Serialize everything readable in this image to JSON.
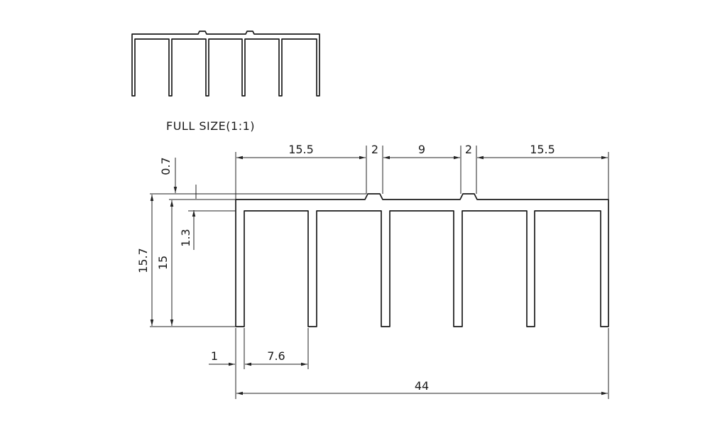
{
  "caption": "FULL SIZE(1:1)",
  "dimensions": {
    "top_left_width": "15.5",
    "notch_left": "2",
    "center_width": "9",
    "notch_right": "2",
    "top_right_width": "15.5",
    "notch_height": "0.7",
    "base_thickness": "1.3",
    "total_height": "15.7",
    "body_height": "15",
    "fin_thickness": "1",
    "fin_gap": "7.6",
    "total_width": "44"
  },
  "colors": {
    "line": "#1a1a1a",
    "background": "#ffffff"
  }
}
